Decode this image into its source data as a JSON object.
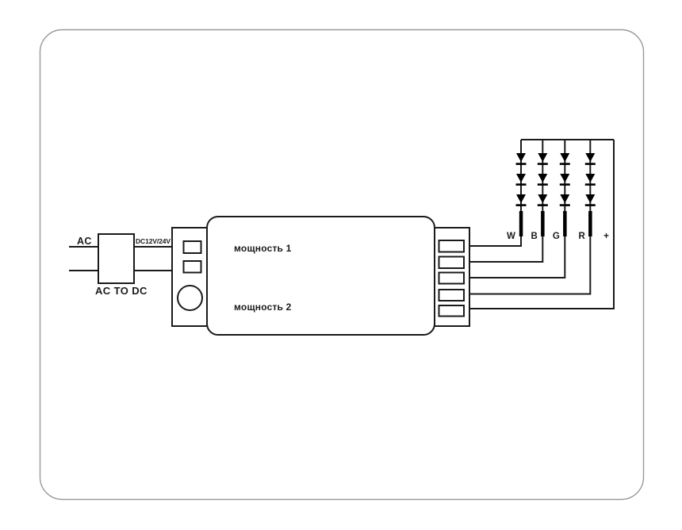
{
  "diagram": {
    "input": {
      "ac_label": "AC",
      "converter_label": "AC TO DC",
      "dc_voltage_label": "DC12V/24V"
    },
    "controller": {
      "power1_label": "мощность 1",
      "power2_label": "мощность 2"
    },
    "channels": [
      {
        "label": "W"
      },
      {
        "label": "B"
      },
      {
        "label": "G"
      },
      {
        "label": "R"
      },
      {
        "label": "+"
      }
    ],
    "led_array": {
      "columns": 4,
      "leds_per_column": 3
    },
    "colors": {
      "wire": "#1a1a1a",
      "led": "#000000",
      "outer_border": "#999999",
      "background": "#ffffff"
    }
  }
}
